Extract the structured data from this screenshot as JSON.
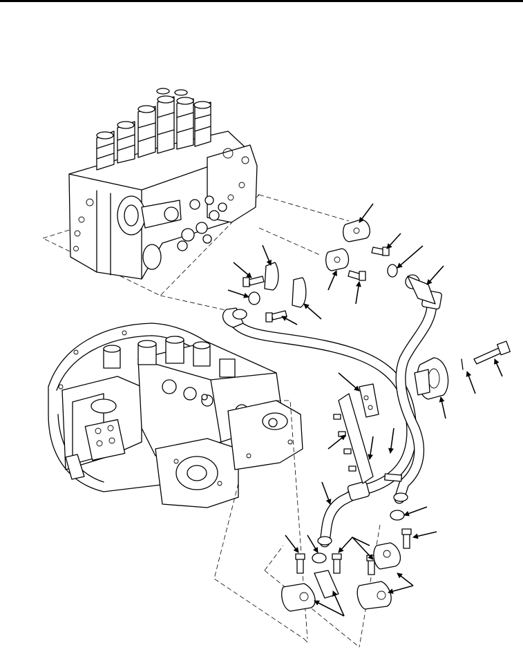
{
  "figure": {
    "icon": "exploded-parts-illustration",
    "upper_assembly": "control-valve-assembly",
    "lower_assembly": "hydraulic-pump-assembly",
    "line_color": "#000000",
    "background_color": "#ffffff"
  }
}
